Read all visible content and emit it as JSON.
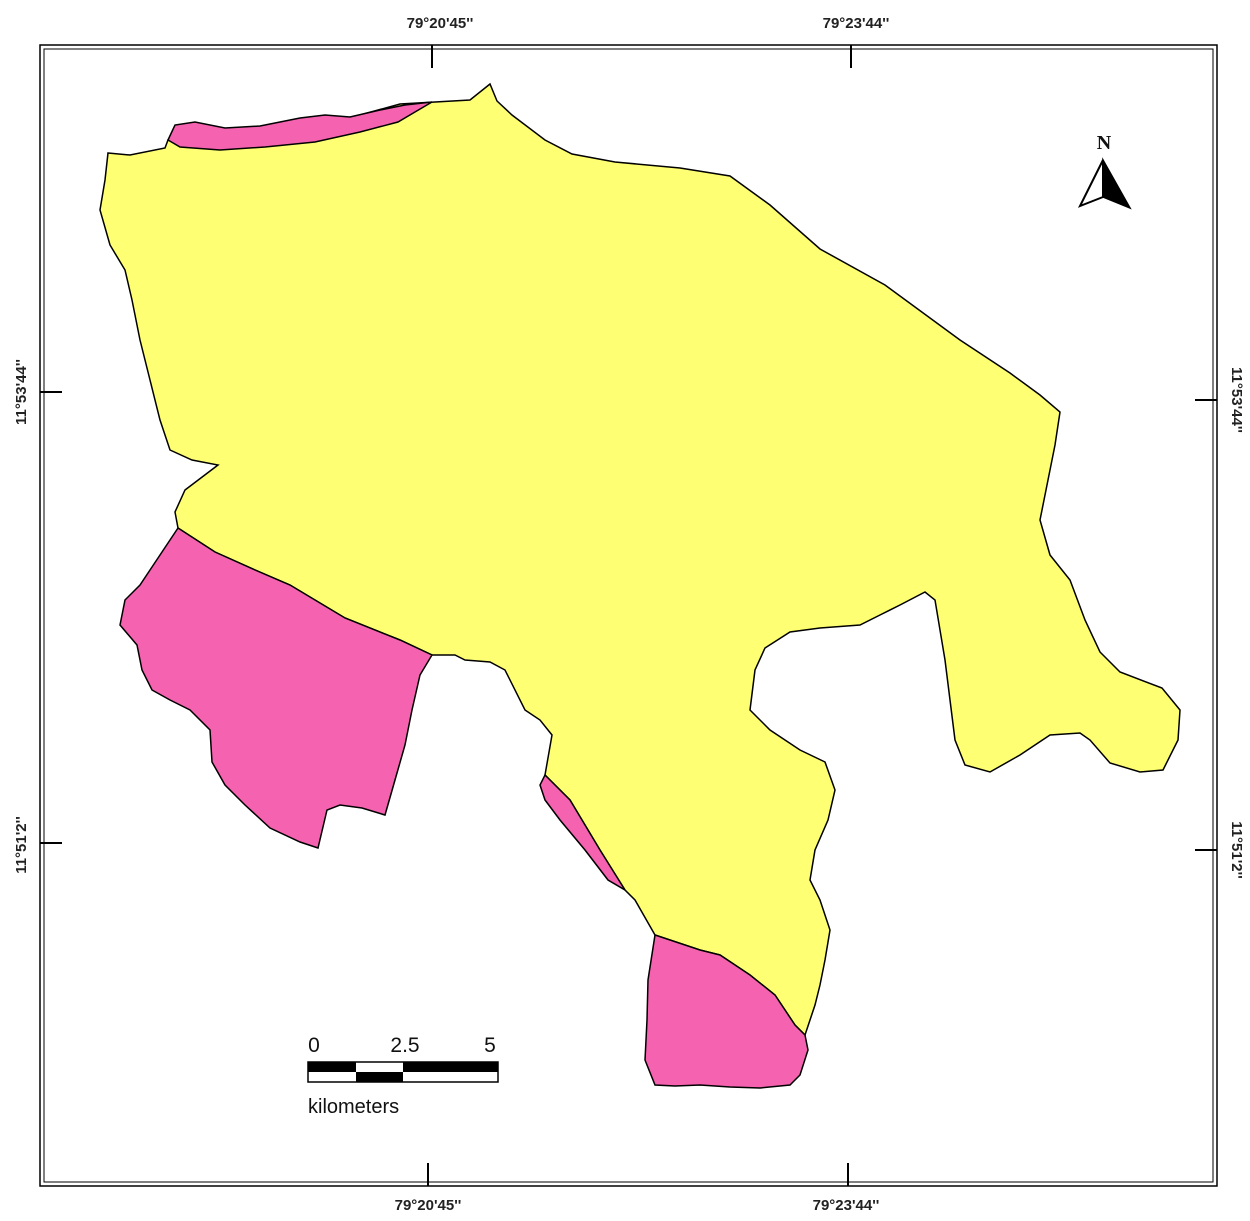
{
  "graticule": {
    "top_labels": [
      "79°20'45''",
      "79°23'44''"
    ],
    "bottom_labels": [
      "79°20'45''",
      "79°23'44''"
    ],
    "left_labels": [
      "11°53'44''",
      "11°51'2''"
    ],
    "right_labels": [
      "11°53'44''",
      "11°51'2''"
    ]
  },
  "north_arrow": {
    "label": "N",
    "icon": "north-arrow-icon"
  },
  "scale_bar": {
    "ticks": [
      "0",
      "2.5",
      "5"
    ],
    "unit": "kilometers"
  },
  "colors": {
    "zone_a": "#ffff73",
    "zone_b": "#f562b0",
    "outline": "#000000",
    "background": "#ffffff"
  }
}
